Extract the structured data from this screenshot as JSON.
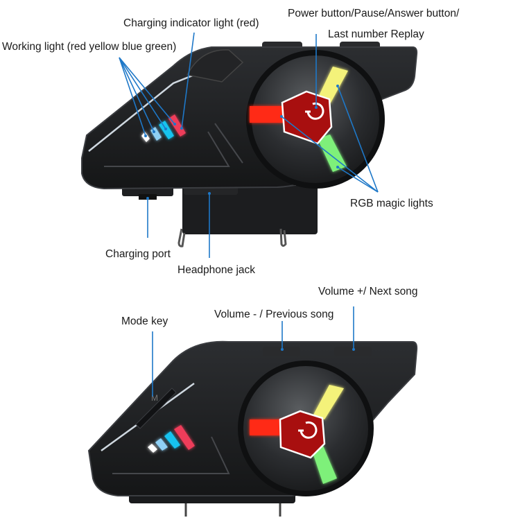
{
  "colors": {
    "leader_line": "#1e78c8",
    "body": "#1b1c1e",
    "body_edge": "#3a3c40",
    "accent_silver": "#cfd8e0",
    "power_button": "#a80f0f",
    "light_red": "#ff2a12",
    "light_yellow": "#f4f27a",
    "light_green": "#7ef07a",
    "led_white": "#ffffff",
    "led_lightblue": "#8fd0f5",
    "led_blue": "#19c3ef",
    "led_red": "#ee3c5a"
  },
  "top_view": {
    "labels": {
      "charging_indicator": "Charging indicator light (red)",
      "working_light": "Working light (red yellow blue green)",
      "power_button_line1": "Power button/Pause/Answer button/",
      "power_button_line2": "Last number Replay",
      "rgb_lights": "RGB magic lights",
      "charging_port": "Charging port",
      "headphone_jack": "Headphone jack"
    },
    "power_icon": "power-icon"
  },
  "bottom_view": {
    "labels": {
      "mode_key": "Mode key",
      "volume_down": "Volume - / Previous song",
      "volume_up": "Volume +/ Next song"
    },
    "mode_key_glyph": "M",
    "power_icon": "power-icon"
  }
}
